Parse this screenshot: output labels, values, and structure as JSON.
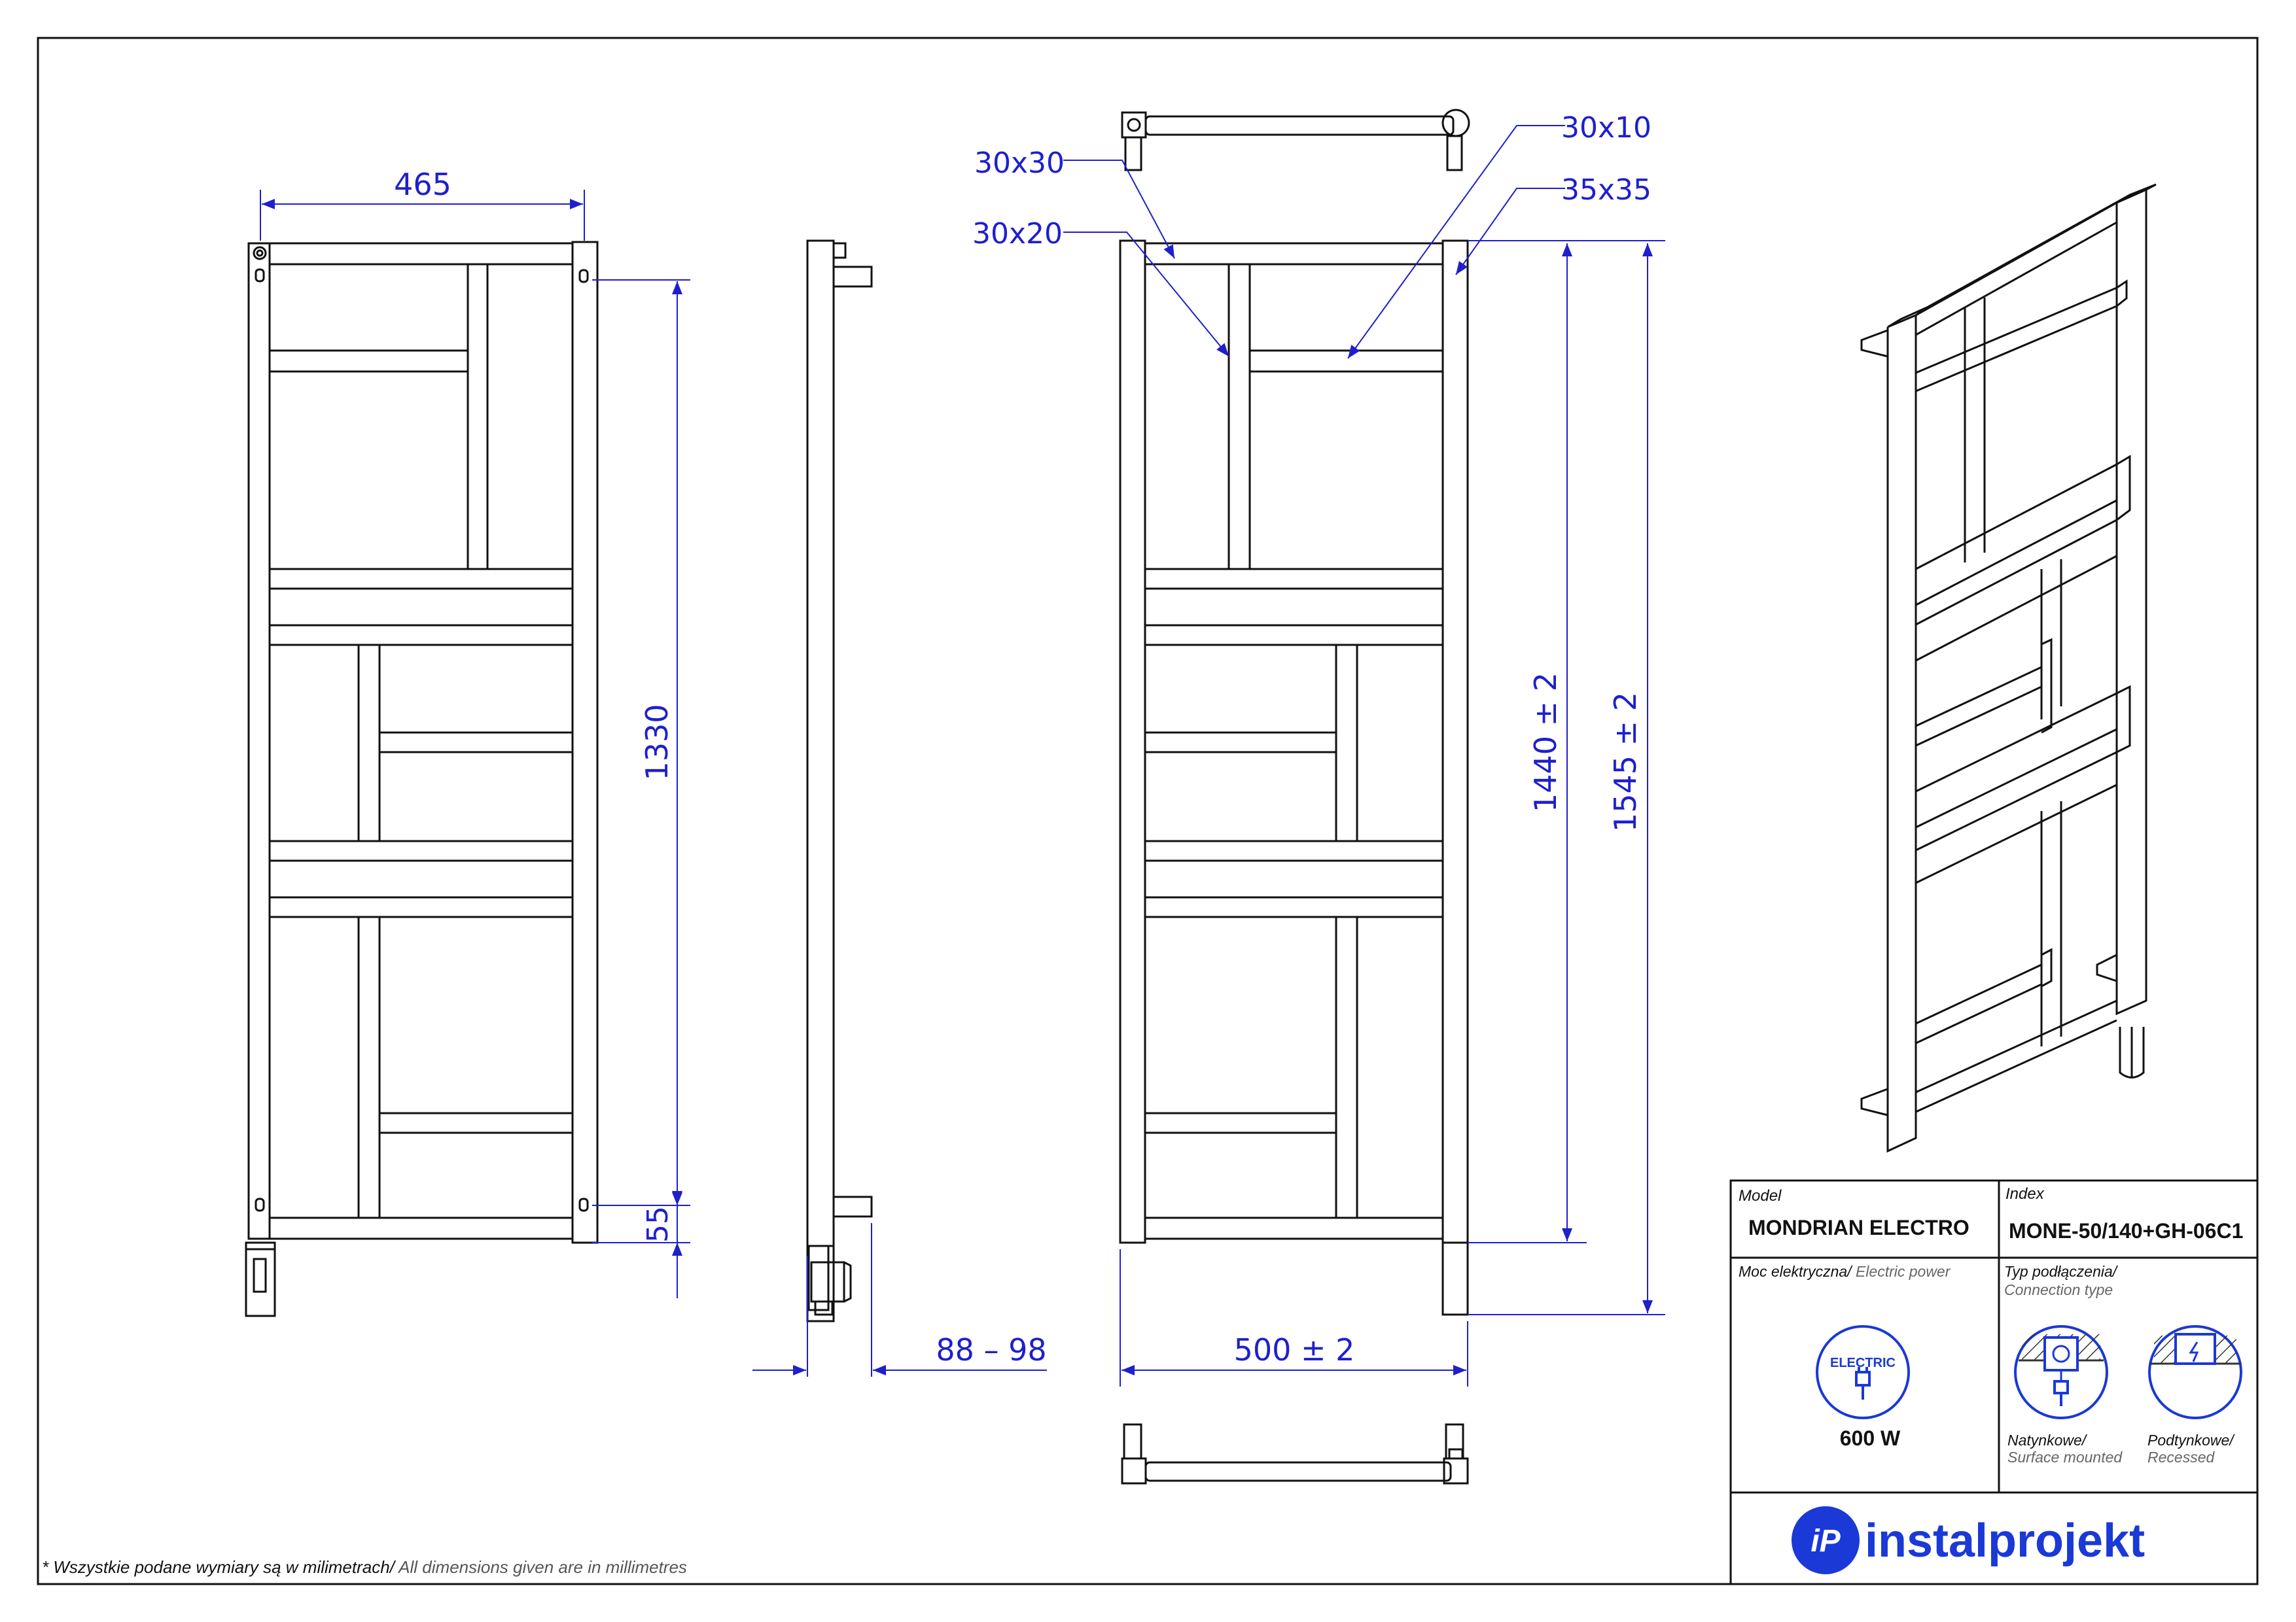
{
  "dimensions": {
    "width_465": "465",
    "height_1330": "1330",
    "offset_55": "55",
    "depth": "88 – 98",
    "width_total": "500  ± 2",
    "height_1440": "1440  ± 2",
    "height_1545": "1545  ± 2",
    "profile_30x30": "30x30",
    "profile_30x20": "30x20",
    "profile_30x10": "30x10",
    "profile_35x35": "35x35"
  },
  "footnote": {
    "pl": "* Wszystkie podane wymiary są w milimetrach/",
    "en": " All dimensions given are in millimetres"
  },
  "title_block": {
    "model_caption": "Model",
    "model_value": "MONDRIAN ELECTRO",
    "index_caption": "Index",
    "index_value": "MONE-50/140+GH-06C1",
    "power_caption_pl": "Moc elektryczna/",
    "power_caption_en": " Electric power",
    "connection_caption_pl": "Typ podłączenia/",
    "connection_caption_en": "Connection type",
    "electric_badge": "ELECTRIC",
    "power_value": "600 W",
    "surface_pl": "Natynkowe/",
    "surface_en": "Surface mounted",
    "recessed_pl": "Podtynkowe/",
    "recessed_en": "Recessed",
    "brand": "instalprojekt",
    "brand_mark": "iP"
  },
  "colors": {
    "dimension": "#1f1fcc",
    "outline": "#111111",
    "brand": "#1a39d6"
  }
}
